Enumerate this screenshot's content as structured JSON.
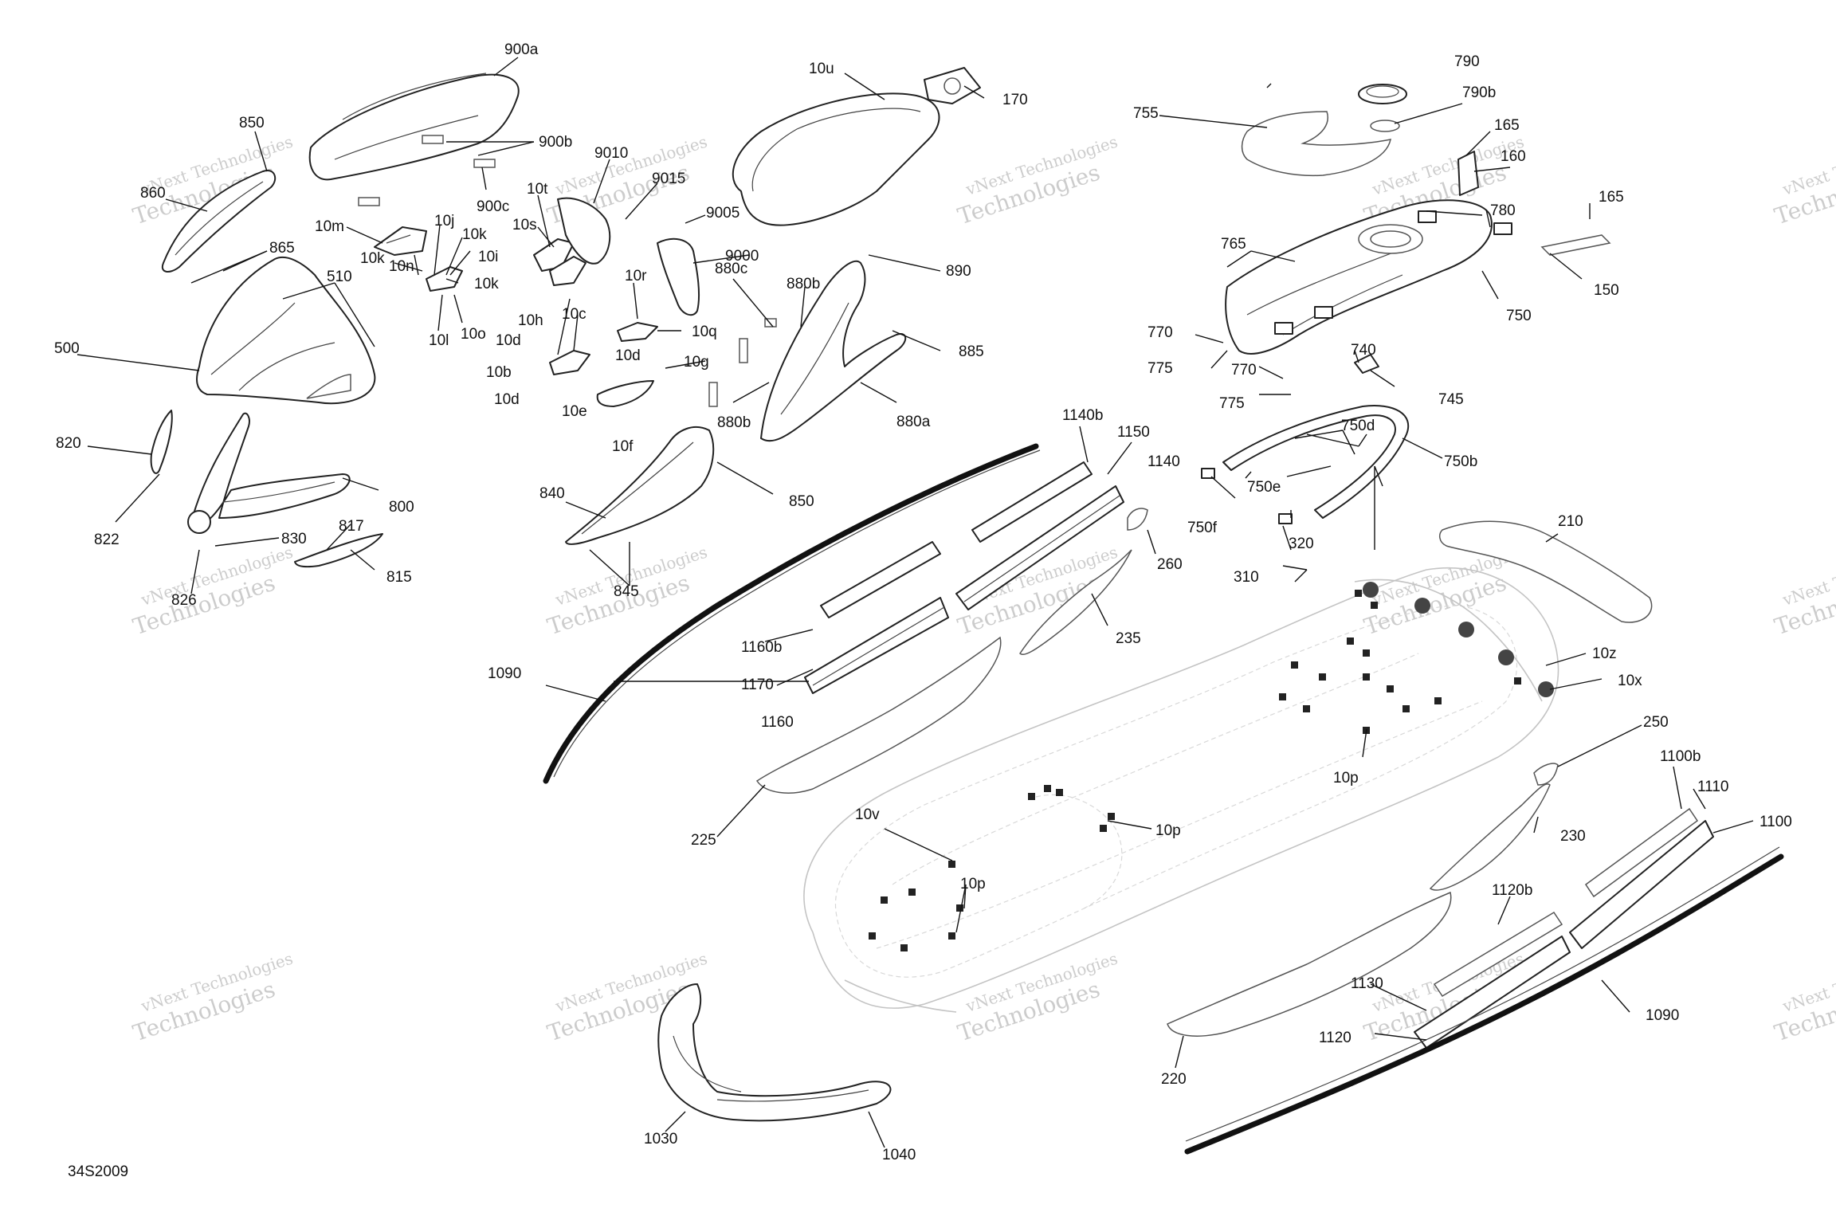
{
  "diagram_id": "34S2009",
  "watermark": {
    "line1": "vNext Technologies",
    "line2": "Technologies"
  },
  "callouts": [
    {
      "id": "c900a",
      "text": "900a"
    },
    {
      "id": "c850a",
      "text": "850"
    },
    {
      "id": "c860",
      "text": "860"
    },
    {
      "id": "c900b",
      "text": "900b"
    },
    {
      "id": "c900c",
      "text": "900c"
    },
    {
      "id": "c10m",
      "text": "10m"
    },
    {
      "id": "c10j",
      "text": "10j"
    },
    {
      "id": "c10n",
      "text": "10n"
    },
    {
      "id": "c10k1",
      "text": "10k"
    },
    {
      "id": "c10i",
      "text": "10i"
    },
    {
      "id": "c10k2",
      "text": "10k"
    },
    {
      "id": "c10k3",
      "text": "10k"
    },
    {
      "id": "c10l",
      "text": "10l"
    },
    {
      "id": "c10o",
      "text": "10o"
    },
    {
      "id": "c865",
      "text": "865"
    },
    {
      "id": "c510",
      "text": "510"
    },
    {
      "id": "c500",
      "text": "500"
    },
    {
      "id": "c10t",
      "text": "10t"
    },
    {
      "id": "c9010",
      "text": "9010"
    },
    {
      "id": "c9015",
      "text": "9015"
    },
    {
      "id": "c10s",
      "text": "10s"
    },
    {
      "id": "c9005",
      "text": "9005"
    },
    {
      "id": "c9000",
      "text": "9000"
    },
    {
      "id": "c10r",
      "text": "10r"
    },
    {
      "id": "c10q",
      "text": "10q"
    },
    {
      "id": "c10h",
      "text": "10h"
    },
    {
      "id": "c10c",
      "text": "10c"
    },
    {
      "id": "c10d1",
      "text": "10d"
    },
    {
      "id": "c10d2",
      "text": "10d"
    },
    {
      "id": "c10b",
      "text": "10b"
    },
    {
      "id": "c10g",
      "text": "10g"
    },
    {
      "id": "c10d3",
      "text": "10d"
    },
    {
      "id": "c10e",
      "text": "10e"
    },
    {
      "id": "c10f",
      "text": "10f"
    },
    {
      "id": "c10u",
      "text": "10u"
    },
    {
      "id": "c170",
      "text": "170"
    },
    {
      "id": "c880c",
      "text": "880c"
    },
    {
      "id": "c880b1",
      "text": "880b"
    },
    {
      "id": "c890",
      "text": "890"
    },
    {
      "id": "c885",
      "text": "885"
    },
    {
      "id": "c880b2",
      "text": "880b"
    },
    {
      "id": "c880a",
      "text": "880a"
    },
    {
      "id": "c820",
      "text": "820"
    },
    {
      "id": "c800",
      "text": "800"
    },
    {
      "id": "c822",
      "text": "822"
    },
    {
      "id": "c830",
      "text": "830"
    },
    {
      "id": "c817",
      "text": "817"
    },
    {
      "id": "c815",
      "text": "815"
    },
    {
      "id": "c826",
      "text": "826"
    },
    {
      "id": "c840",
      "text": "840"
    },
    {
      "id": "c850b",
      "text": "850"
    },
    {
      "id": "c845",
      "text": "845"
    },
    {
      "id": "c1140b",
      "text": "1140b"
    },
    {
      "id": "c1150",
      "text": "1150"
    },
    {
      "id": "c1140",
      "text": "1140"
    },
    {
      "id": "c260",
      "text": "260"
    },
    {
      "id": "c235",
      "text": "235"
    },
    {
      "id": "c1160b",
      "text": "1160b"
    },
    {
      "id": "c1170",
      "text": "1170"
    },
    {
      "id": "c1160",
      "text": "1160"
    },
    {
      "id": "c1090a",
      "text": "1090"
    },
    {
      "id": "c225",
      "text": "225"
    },
    {
      "id": "c790",
      "text": "790"
    },
    {
      "id": "c790b",
      "text": "790b"
    },
    {
      "id": "c755",
      "text": "755"
    },
    {
      "id": "c165a",
      "text": "165"
    },
    {
      "id": "c160",
      "text": "160"
    },
    {
      "id": "c780",
      "text": "780"
    },
    {
      "id": "c165b",
      "text": "165"
    },
    {
      "id": "c765",
      "text": "765"
    },
    {
      "id": "c150",
      "text": "150"
    },
    {
      "id": "c750",
      "text": "750"
    },
    {
      "id": "c770a",
      "text": "770"
    },
    {
      "id": "c740",
      "text": "740"
    },
    {
      "id": "c775a",
      "text": "775"
    },
    {
      "id": "c770b",
      "text": "770"
    },
    {
      "id": "c745",
      "text": "745"
    },
    {
      "id": "c775b",
      "text": "775"
    },
    {
      "id": "c750d",
      "text": "750d"
    },
    {
      "id": "c750b",
      "text": "750b"
    },
    {
      "id": "c750e",
      "text": "750e"
    },
    {
      "id": "c750f",
      "text": "750f"
    },
    {
      "id": "c320",
      "text": "320"
    },
    {
      "id": "c310",
      "text": "310"
    },
    {
      "id": "c210",
      "text": "210"
    },
    {
      "id": "c10z",
      "text": "10z"
    },
    {
      "id": "c10x",
      "text": "10x"
    },
    {
      "id": "c10p1",
      "text": "10p"
    },
    {
      "id": "c250",
      "text": "250"
    },
    {
      "id": "c10v",
      "text": "10v"
    },
    {
      "id": "c10p2",
      "text": "10p"
    },
    {
      "id": "c10p3",
      "text": "10p"
    },
    {
      "id": "c1100b",
      "text": "1100b"
    },
    {
      "id": "c1110",
      "text": "1110"
    },
    {
      "id": "c1100",
      "text": "1100"
    },
    {
      "id": "c230",
      "text": "230"
    },
    {
      "id": "c1120b",
      "text": "1120b"
    },
    {
      "id": "c1130",
      "text": "1130"
    },
    {
      "id": "c1120",
      "text": "1120"
    },
    {
      "id": "c1090b",
      "text": "1090"
    },
    {
      "id": "c220",
      "text": "220"
    },
    {
      "id": "c1030",
      "text": "1030"
    },
    {
      "id": "c1040",
      "text": "1040"
    }
  ]
}
